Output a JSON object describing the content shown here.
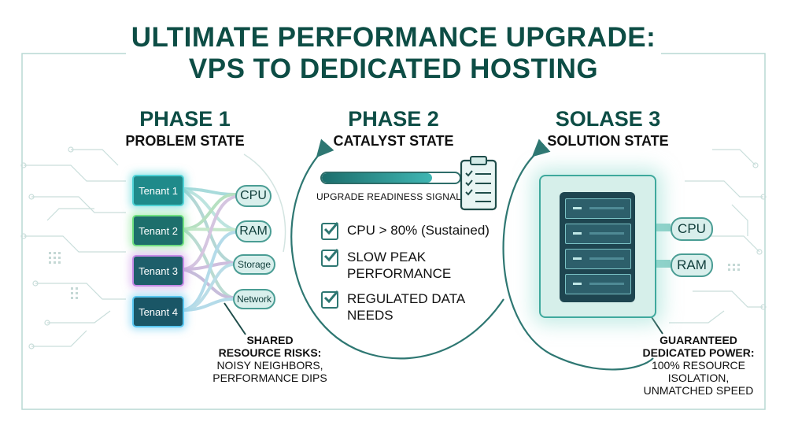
{
  "title": {
    "line1": "ULTIMATE PERFORMANCE UPGRADE:",
    "line2": "VPS TO DEDICATED HOSTING"
  },
  "colors": {
    "primary": "#0d4d45",
    "accent": "#3fb6b3",
    "panel": "#d6efea"
  },
  "phase1": {
    "heading": "PHASE 1",
    "subheading": "PROBLEM STATE",
    "tenants": [
      "Tenant 1",
      "Tenant 2",
      "Tenant 3",
      "Tenant 4"
    ],
    "resources": [
      "CPU",
      "RAM",
      "Storage",
      "Network"
    ],
    "risk": {
      "title_line1": "SHARED",
      "title_line2": "RESOURCE RISKS:",
      "text_line1": "NOISY NEIGHBORS,",
      "text_line2": "PERFORMANCE DIPS"
    }
  },
  "phase2": {
    "heading": "PHASE 2",
    "subheading": "CATALYST STATE",
    "progress_label": "UPGRADE READINESS SIGNALS",
    "progress_value": 0.8,
    "checks": [
      {
        "line1": "CPU > 80% (Sustained)",
        "line2": ""
      },
      {
        "line1": "SLOW PEAK",
        "line2": "PERFORMANCE"
      },
      {
        "line1": "REGULATED DATA",
        "line2": "NEEDS"
      }
    ],
    "clipboard_icon": "clipboard-checklist-icon"
  },
  "phase3": {
    "heading": "SOLASE 3",
    "subheading": "SOLUTION STATE",
    "server_icon": "server-rack-icon",
    "resources": [
      "CPU",
      "RAM"
    ],
    "guarantee": {
      "title_line1": "GUARANTEED",
      "title_line2": "DEDICATED POWER:",
      "text_line1": "100% RESOURCE",
      "text_line2": "ISOLATION,",
      "text_line3": "UNMATCHED SPEED"
    }
  }
}
